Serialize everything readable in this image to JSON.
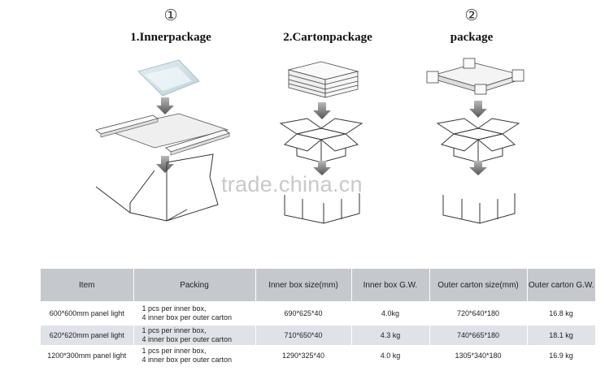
{
  "steps": [
    {
      "num": "①",
      "title": "1.Innerpackage"
    },
    {
      "num": "",
      "title": "2.Cartonpackage"
    },
    {
      "num": "②",
      "title": "package"
    }
  ],
  "watermark": "trade.china.cn",
  "table": {
    "headers": [
      "Item",
      "Packing",
      "Inner box size(mm)",
      "Inner box G.W.",
      "Outer carton size(mm)",
      "Outer carton G.W."
    ],
    "rows": [
      {
        "item": "600*600mm panel light",
        "packing": [
          "1 pcs per inner box,",
          "4 inner box per outer carton"
        ],
        "inner_size": "690*625*40",
        "inner_gw": "4.0kg",
        "outer_size": "720*640*180",
        "outer_gw": "16.8 kg"
      },
      {
        "item": "620*620mm panel light",
        "packing": [
          "1 pcs per inner box,",
          "4 inner box per outer carton"
        ],
        "inner_size": "710*650*40",
        "inner_gw": "4.3 kg",
        "outer_size": "740*665*180",
        "outer_gw": "18.1 kg"
      },
      {
        "item": "1200*300mm panel light",
        "packing": [
          "1 pcs per inner box,",
          "4 inner box per outer carton"
        ],
        "inner_size": "1290*325*40",
        "inner_gw": "4.0 kg",
        "outer_size": "1305*340*180",
        "outer_gw": "16.9 kg"
      }
    ]
  }
}
